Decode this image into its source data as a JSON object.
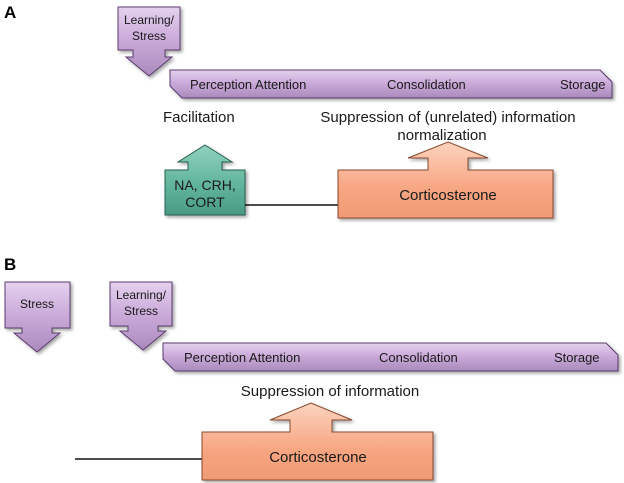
{
  "panels": {
    "a": {
      "letter": "A",
      "trigger_box": {
        "line1": "Learning/",
        "line2": "Stress"
      },
      "timeline": {
        "stage1": "Perception Attention",
        "stage2": "Consolidation",
        "stage3": "Storage"
      },
      "facilitation_label": "Facilitation",
      "suppression_label": {
        "line1": "Suppression of (unrelated) information",
        "line2": "normalization"
      },
      "mediator_box": {
        "line1": "NA, CRH,",
        "line2": "CORT"
      },
      "hormone_box": "Corticosterone"
    },
    "b": {
      "letter": "B",
      "stress_box": "Stress",
      "trigger_box": {
        "line1": "Learning/",
        "line2": "Stress"
      },
      "timeline": {
        "stage1": "Perception Attention",
        "stage2": "Consolidation",
        "stage3": "Storage"
      },
      "suppression_label": "Suppression of information",
      "hormone_box": "Corticosterone"
    }
  },
  "colors": {
    "purple_fill": "#c9a8d8",
    "purple_stroke": "#5c3a6e",
    "orange_fill": "#f7a682",
    "orange_stroke": "#8a4a2e",
    "green_fill": "#5fb39a",
    "green_stroke": "#26604f"
  }
}
